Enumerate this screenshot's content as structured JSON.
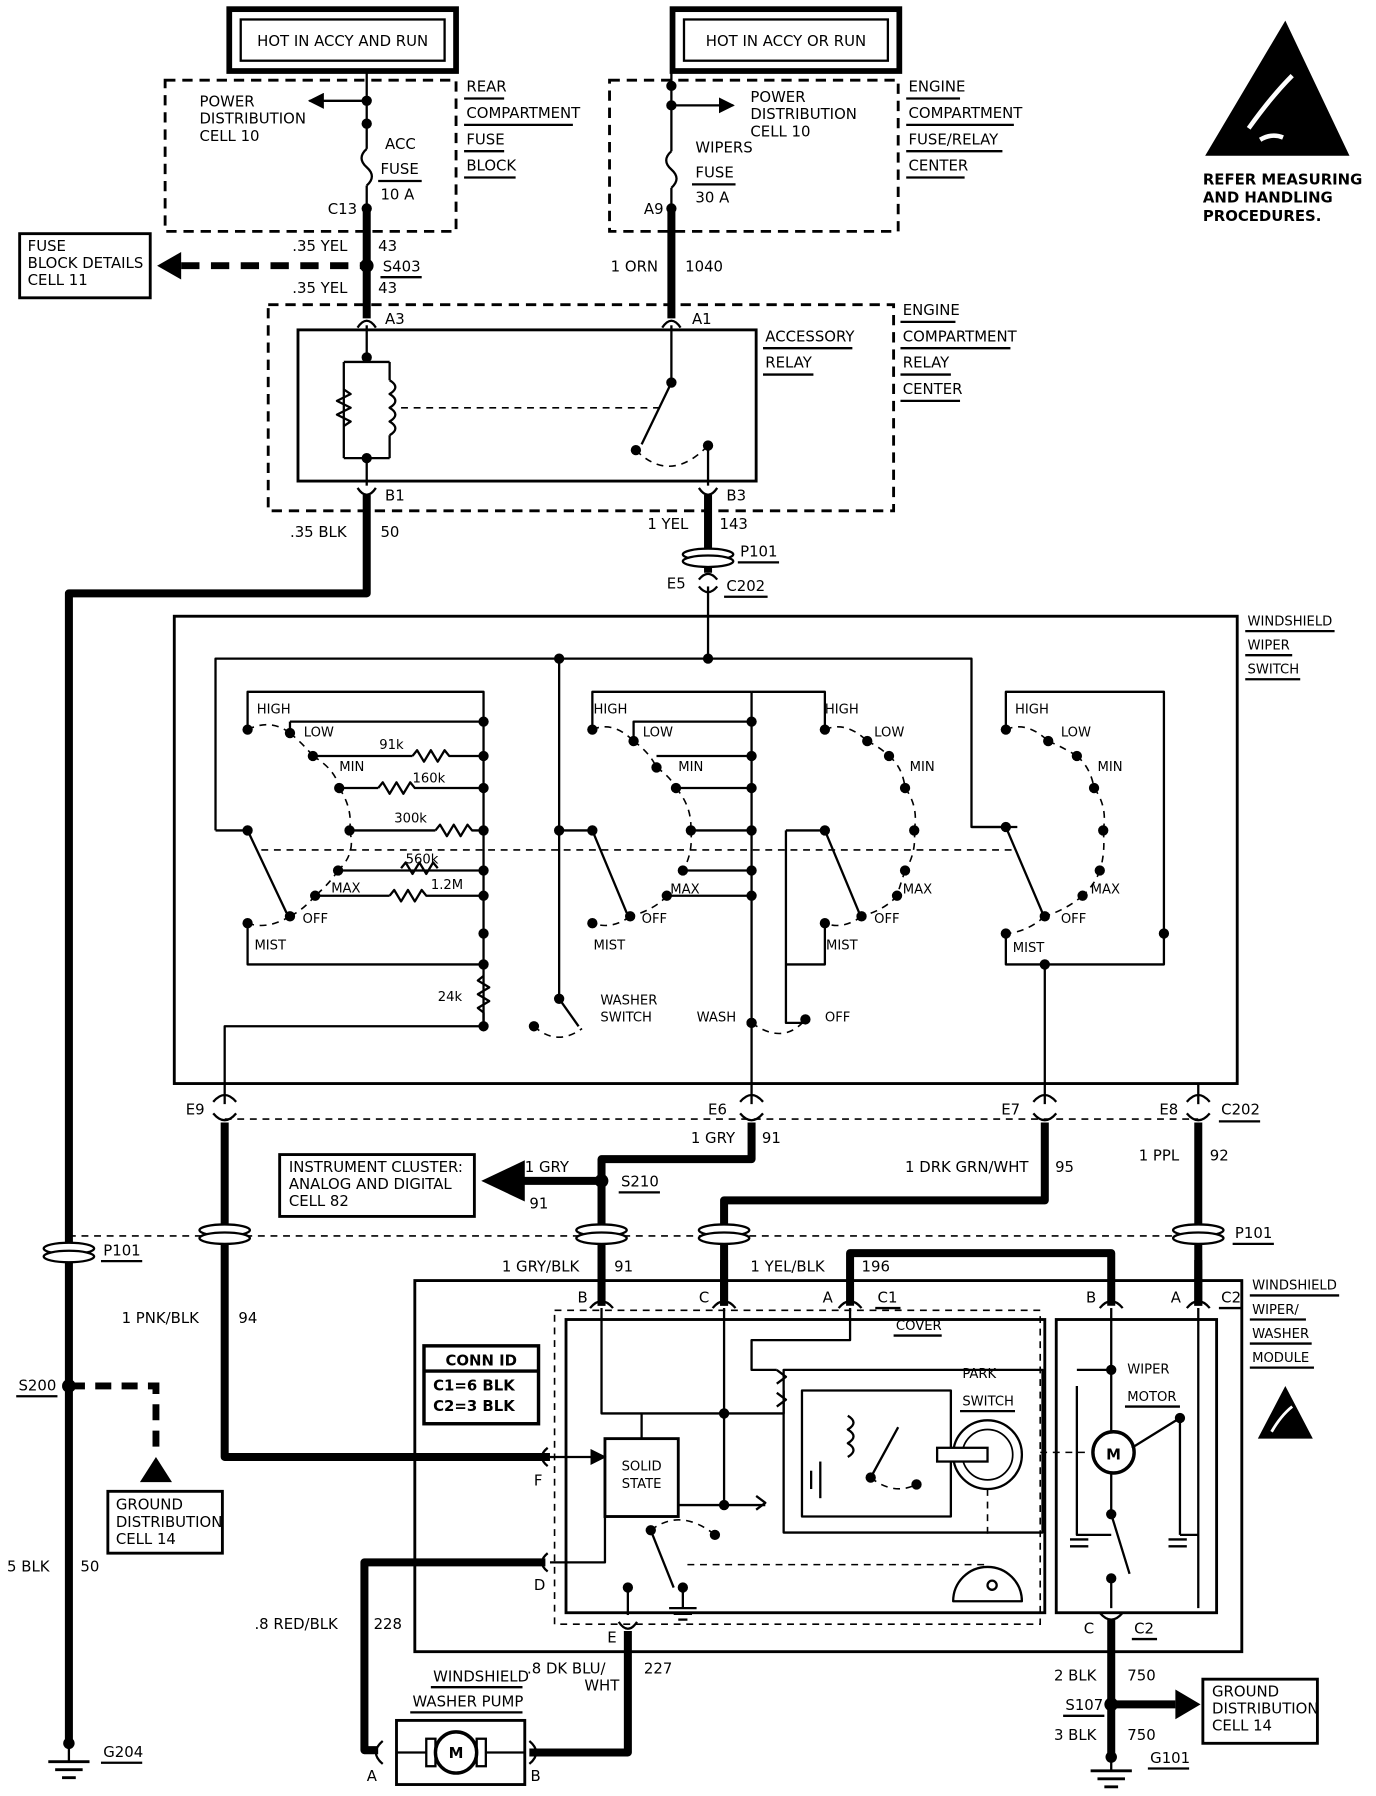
{
  "header": {
    "hot_rear": "HOT IN ACCY AND RUN",
    "hot_engine": "HOT IN ACCY OR RUN"
  },
  "esd_warning": {
    "line1": "REFER MEASURING",
    "line2": "AND HANDLING",
    "line3": "PROCEDURES."
  },
  "rear_fuse_block": {
    "title": [
      "REAR",
      "COMPARTMENT",
      "FUSE",
      "BLOCK"
    ],
    "power_dist": [
      "POWER",
      "DISTRIBUTION",
      "CELL 10"
    ],
    "fuse_name": "ACC",
    "fuse_word": "FUSE",
    "fuse_rating": "10 A",
    "terminal": "C13"
  },
  "engine_fuse_center": {
    "title": [
      "ENGINE",
      "COMPARTMENT",
      "FUSE/RELAY",
      "CENTER"
    ],
    "power_dist": [
      "POWER",
      "DISTRIBUTION",
      "CELL 10"
    ],
    "fuse_name": "WIPERS",
    "fuse_word": "FUSE",
    "fuse_rating": "30 A",
    "terminal": "A9"
  },
  "fuse_block_details": [
    "FUSE",
    "BLOCK DETAILS",
    "CELL 11"
  ],
  "wires": {
    "w43_top": {
      "gauge": ".35 YEL",
      "circuit": "43"
    },
    "w43_bottom": {
      "gauge": ".35 YEL",
      "circuit": "43"
    },
    "splice_s403": "S403",
    "w1040": {
      "gauge": "1 ORN",
      "circuit": "1040"
    },
    "w50": {
      "gauge": ".35 BLK",
      "circuit": "50"
    },
    "w143": {
      "gauge": "1 YEL",
      "circuit": "143"
    },
    "w91_top": {
      "gauge": "1 GRY",
      "circuit": "91"
    },
    "w91_cluster": {
      "gauge": "1 GRY",
      "circuit": "91"
    },
    "w91_bottom": {
      "gauge": "1 GRY/BLK",
      "circuit": "91"
    },
    "w95": {
      "gauge": "1 DRK GRN/WHT",
      "circuit": "95"
    },
    "w92": {
      "gauge": "1 PPL",
      "circuit": "92"
    },
    "w94": {
      "gauge": "1 PNK/BLK",
      "circuit": "94"
    },
    "w196": {
      "gauge": "1 YEL/BLK",
      "circuit": "196"
    },
    "w50_ground": {
      "gauge": "5 BLK",
      "circuit": "50"
    },
    "w228": {
      "gauge": ".8 RED/BLK",
      "circuit": "228"
    },
    "w227": {
      "gauge": ".8 DK BLU/",
      "gauge2": "WHT",
      "circuit": "227"
    },
    "w750_top": {
      "gauge": "2 BLK",
      "circuit": "750"
    },
    "w750_bottom": {
      "gauge": "3 BLK",
      "circuit": "750"
    }
  },
  "relay_center": {
    "title": [
      "ENGINE",
      "COMPARTMENT",
      "RELAY",
      "CENTER"
    ],
    "relay_name": [
      "ACCESSORY",
      "RELAY"
    ],
    "pins": {
      "a3": "A3",
      "a1": "A1",
      "b1": "B1",
      "b3": "B3"
    }
  },
  "connectors": {
    "p101": "P101",
    "c202": "C202",
    "e5": "E5",
    "e6": "E6",
    "e7": "E7",
    "e8": "E8",
    "e9": "E9",
    "s210": "S210",
    "s200": "S200",
    "s107": "S107",
    "g204": "G204",
    "g101": "G101"
  },
  "instrument_cluster": [
    "INSTRUMENT CLUSTER:",
    "ANALOG AND DIGITAL",
    "CELL 82"
  ],
  "ground_dist_left": [
    "GROUND",
    "DISTRIBUTION",
    "CELL 14"
  ],
  "ground_dist_right": [
    "GROUND",
    "DISTRIBUTION",
    "CELL 14"
  ],
  "wiper_switch": {
    "title": [
      "WINDSHIELD",
      "WIPER",
      "SWITCH"
    ],
    "positions": {
      "high": "HIGH",
      "low": "LOW",
      "min": "MIN",
      "max": "MAX",
      "off": "OFF",
      "mist": "MIST"
    },
    "resistors": {
      "r91k": "91k",
      "r160k": "160k",
      "r300k": "300k",
      "r560k": "560k",
      "r12m": "1.2M",
      "r24k": "24k"
    },
    "washer_switch": [
      "WASHER",
      "SWITCH"
    ],
    "wash": "WASH",
    "off": "OFF"
  },
  "module": {
    "title": [
      "WINDSHIELD",
      "WIPER/",
      "WASHER",
      "MODULE"
    ],
    "conn_id_title": "CONN ID",
    "conn_id_c1": "C1=6 BLK",
    "conn_id_c2": "C2=3 BLK",
    "cover": "COVER",
    "park_switch": [
      "PARK",
      "SWITCH"
    ],
    "wiper_motor": [
      "WIPER",
      "MOTOR"
    ],
    "solid_state": [
      "SOLID",
      "STATE"
    ],
    "motor_symbol": "M",
    "pins": {
      "b": "B",
      "c": "C",
      "a": "A",
      "c1": "C1",
      "c2": "C2",
      "f": "F",
      "d": "D",
      "e": "E"
    }
  },
  "washer_pump": {
    "title": [
      "WINDSHIELD",
      "WASHER PUMP"
    ],
    "motor_symbol": "M",
    "pin_a": "A",
    "pin_b": "B"
  }
}
